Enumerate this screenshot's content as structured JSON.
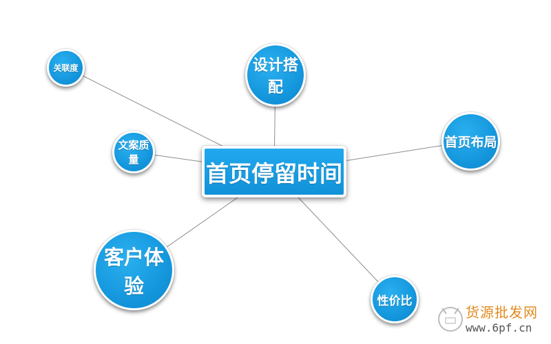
{
  "diagram": {
    "center": {
      "label": "首页停留时间"
    },
    "nodes": [
      {
        "id": "relevance",
        "label": "关联度"
      },
      {
        "id": "design",
        "label": "设计搭配"
      },
      {
        "id": "layout",
        "label": "首页布局"
      },
      {
        "id": "copy",
        "label": "文案质量"
      },
      {
        "id": "experience",
        "label": "客户体验"
      },
      {
        "id": "value",
        "label": "性价比"
      }
    ]
  },
  "watermark": {
    "title": "货源批发网",
    "url": "www.6pf.cn"
  },
  "colors": {
    "node_fill": "#1597dd",
    "node_border": "#ffffff",
    "link": "#8c8c8c",
    "watermark_text": "#e08a1e"
  }
}
